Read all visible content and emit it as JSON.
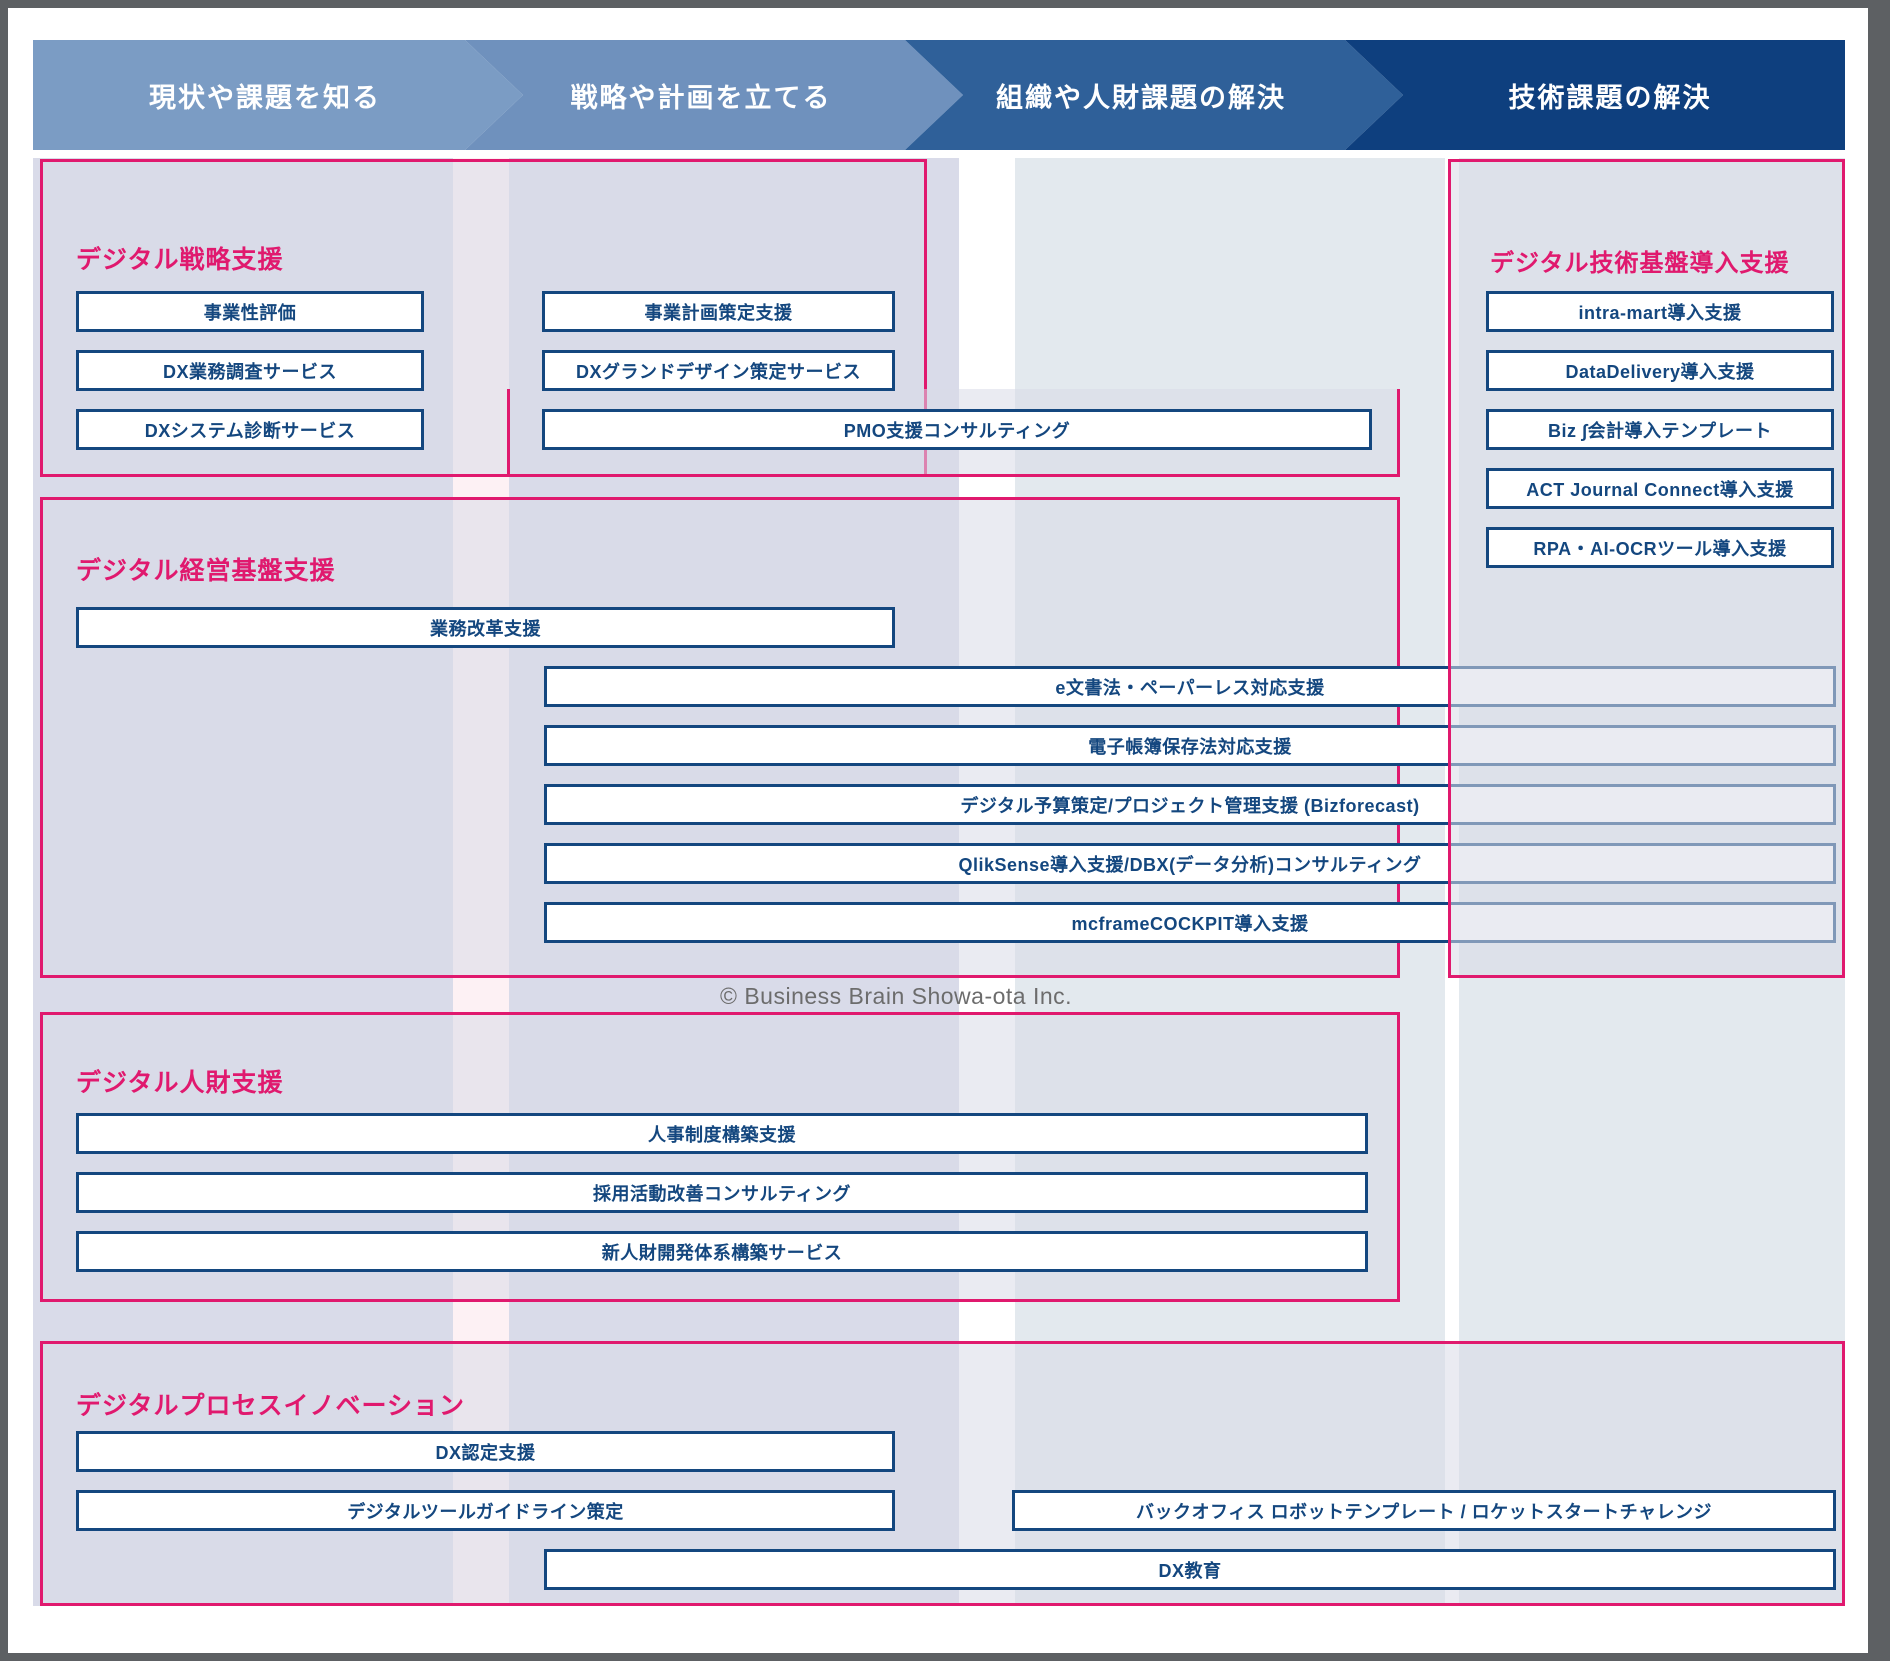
{
  "header": {
    "steps": [
      {
        "label": "現状や課題を知る",
        "color": "#7b9cc4"
      },
      {
        "label": "戦略や計画を立てる",
        "color": "#6f91bd"
      },
      {
        "label": "組織や人財課題の解決",
        "color": "#2f6099"
      },
      {
        "label": "技術課題の解決",
        "color": "#0e3f7e"
      }
    ]
  },
  "colors": {
    "accent_pink": "#e0196e",
    "box_border_blue": "#14477f",
    "band_purple": "#d9dbe9",
    "band_blue_grey": "#e3e9ee",
    "page_bg": "#ffffff",
    "outer_bg": "#5d6063"
  },
  "panels": [
    {
      "id": "digital-strategy",
      "title": "デジタル戦略支援",
      "boxes": [
        {
          "label": "事業性評価"
        },
        {
          "label": "DX業務調査サービス"
        },
        {
          "label": "DXシステム診断サービス"
        },
        {
          "label": "事業計画策定支援"
        },
        {
          "label": "DXグランドデザイン策定サービス"
        },
        {
          "label": "PMO支援コンサルティング"
        }
      ]
    },
    {
      "id": "digital-management-base",
      "title": "デジタル経営基盤支援",
      "boxes": [
        {
          "label": "業務改革支援"
        },
        {
          "label": "e文書法・ペーパーレス対応支援"
        },
        {
          "label": "電子帳簿保存法対応支援"
        },
        {
          "label": "デジタル予算策定/プロジェクト管理支援 (Bizforecast)"
        },
        {
          "label": "QlikSense導入支援/DBX(データ分析)コンサルティング"
        },
        {
          "label": "mcframeCOCKPIT導入支援"
        }
      ]
    },
    {
      "id": "digital-talent",
      "title": "デジタル人財支援",
      "boxes": [
        {
          "label": "人事制度構築支援"
        },
        {
          "label": "採用活動改善コンサルティング"
        },
        {
          "label": "新人財開発体系構築サービス"
        }
      ]
    },
    {
      "id": "digital-process-innovation",
      "title": "デジタルプロセスイノベーション",
      "boxes": [
        {
          "label": "DX認定支援"
        },
        {
          "label": "デジタルツールガイドライン策定"
        },
        {
          "label": "バックオフィス ロボットテンプレート / ロケットスタートチャレンジ"
        },
        {
          "label": "DX教育"
        }
      ]
    },
    {
      "id": "digital-tech-base",
      "title": "デジタル技術基盤導入支援",
      "boxes": [
        {
          "label": "intra-mart導入支援"
        },
        {
          "label": "DataDelivery導入支援"
        },
        {
          "label": "Biz ∫会計導入テンプレート"
        },
        {
          "label": "ACT Journal Connect導入支援"
        },
        {
          "label": "RPA・AI-OCRツール導入支援"
        }
      ]
    }
  ],
  "footer": {
    "copyright": "© Business Brain Showa-ota Inc."
  }
}
